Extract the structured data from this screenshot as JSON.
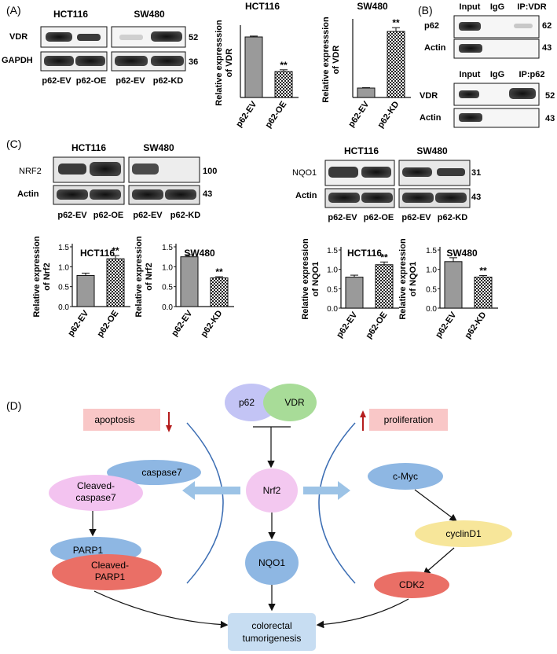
{
  "panels": {
    "A": "(A)",
    "B": "(B)",
    "C": "(C)",
    "D": "(D)"
  },
  "panelA": {
    "blots": {
      "left_title": "HCT116",
      "right_title": "SW480",
      "rows": [
        "VDR",
        "GAPDH"
      ],
      "kda": [
        "52",
        "36"
      ],
      "lanes_left": [
        "p62-EV",
        "p62-OE"
      ],
      "lanes_right": [
        "p62-EV",
        "p62-KD"
      ]
    }
  },
  "panelB": {
    "top": {
      "headers": [
        "Input",
        "IgG",
        "IP:VDR"
      ],
      "rows": [
        "p62",
        "Actin"
      ],
      "kda": [
        "62",
        "43"
      ]
    },
    "bottom": {
      "headers": [
        "Input",
        "IgG",
        "IP:p62"
      ],
      "rows": [
        "VDR",
        "Actin"
      ],
      "kda": [
        "52",
        "43"
      ]
    }
  },
  "panelC": {
    "nrf2_blot": {
      "left_title": "HCT116",
      "right_title": "SW480",
      "rows": [
        "NRF2",
        "Actin"
      ],
      "kda": [
        "100",
        "43"
      ],
      "lanes_left": [
        "p62-EV",
        "p62-OE"
      ],
      "lanes_right": [
        "p62-EV",
        "p62-KD"
      ]
    },
    "nqo1_blot": {
      "left_title": "HCT116",
      "right_title": "SW480",
      "rows": [
        "NQO1",
        "Actin"
      ],
      "kda": [
        "31",
        "43"
      ],
      "lanes_left": [
        "p62-EV",
        "p62-OE"
      ],
      "lanes_right": [
        "p62-EV",
        "p62-KD"
      ]
    }
  },
  "chart_data": [
    {
      "type": "bar",
      "title": "HCT116",
      "ylabel": "Relative expresssion of VDR",
      "categories": [
        "p62-EV",
        "p62-OE"
      ],
      "values": [
        1.4,
        0.6
      ],
      "errors": [
        0.02,
        0.04
      ],
      "significance": [
        "",
        "**"
      ],
      "ylim": [
        0,
        1.6
      ],
      "ticks": []
    },
    {
      "type": "bar",
      "title": "SW480",
      "ylabel": "Relative expresssion of VDR",
      "categories": [
        "p62-EV",
        "p62-KD"
      ],
      "values": [
        0.25,
        1.75
      ],
      "errors": [
        0.01,
        0.1
      ],
      "significance": [
        "",
        "**"
      ],
      "ylim": [
        0,
        2.0
      ],
      "ticks": []
    },
    {
      "type": "bar",
      "title": "HCT116",
      "ylabel": "Relative expression of Nrf2",
      "categories": [
        "p62-EV",
        "p62-OE"
      ],
      "values": [
        0.78,
        1.2
      ],
      "errors": [
        0.06,
        0.08
      ],
      "significance": [
        "",
        "**"
      ],
      "ylim": [
        0,
        1.5
      ],
      "ticks": [
        "0.0",
        "0.5",
        "1.0",
        "1.5"
      ]
    },
    {
      "type": "bar",
      "title": "SW480",
      "ylabel": "Relative expression of Nrf2",
      "categories": [
        "p62-EV",
        "p62-KD"
      ],
      "values": [
        1.25,
        0.72
      ],
      "errors": [
        0.05,
        0.03
      ],
      "significance": [
        "",
        "**"
      ],
      "ylim": [
        0,
        1.5
      ],
      "ticks": [
        "0.0",
        "0.5",
        "1.0",
        "1.5"
      ]
    },
    {
      "type": "bar",
      "title": "HCT116",
      "ylabel": "Relative expression of NQO1",
      "categories": [
        "p62-EV",
        "p62-OE"
      ],
      "values": [
        0.8,
        1.12
      ],
      "errors": [
        0.05,
        0.07
      ],
      "significance": [
        "",
        "**"
      ],
      "ylim": [
        0,
        1.5
      ],
      "ticks": [
        "0.0",
        "0.5",
        "1.0",
        "1.5"
      ]
    },
    {
      "type": "bar",
      "title": "SW480",
      "ylabel": "Relative expression of NQO1",
      "categories": [
        "p62-EV",
        "p62-KD"
      ],
      "values": [
        1.2,
        0.8
      ],
      "errors": [
        0.1,
        0.04
      ],
      "significance": [
        "",
        "**"
      ],
      "ylim": [
        0,
        1.5
      ],
      "ticks": [
        "0.0",
        "0.5",
        "1.0",
        "1.5"
      ]
    }
  ],
  "diagram": {
    "p62": "p62",
    "vdr": "VDR",
    "nrf2": "Nrf2",
    "nqo1": "NQO1",
    "apoptosis": "apoptosis",
    "proliferation": "proliferation",
    "caspase7": "caspase7",
    "cleaved_caspase7": [
      "Cleaved-",
      "caspase7"
    ],
    "parp1": "PARP1",
    "cleaved_parp1": [
      "Cleaved-",
      "PARP1"
    ],
    "cmyc": "c-Myc",
    "cyclind1": "cyclinD1",
    "cdk2": "CDK2",
    "outcome": [
      "colorectal",
      "tumorigenesis"
    ],
    "colors": {
      "p62": "#c3c4f5",
      "vdr": "#a8dc98",
      "nrf2": "#f3c8f0",
      "nqo1": "#8eb7e3",
      "label_box": "#f9c7c7",
      "caspase7": "#8eb7e3",
      "cleaved_caspase7": "#f3c3f0",
      "parp1": "#8eb7e3",
      "cleaved_parp1": "#ea6f66",
      "cmyc": "#8eb7e3",
      "cyclind1": "#f7e69a",
      "cdk2": "#ea6f66",
      "outcome": "#c7ddf2",
      "down_arrow": "#b51d1d",
      "fat_arrow": "#9cc3e6",
      "curve": "#3b6db3"
    }
  }
}
